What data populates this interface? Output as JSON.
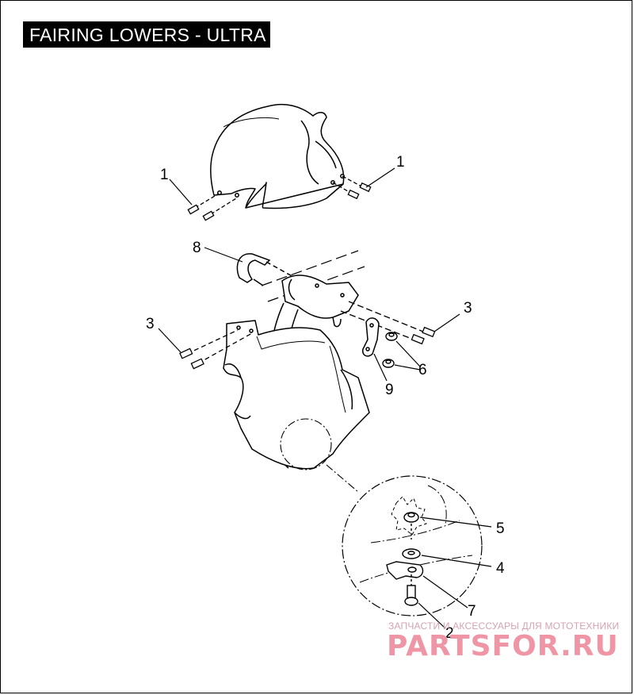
{
  "title": "FAIRING LOWERS - ULTRA",
  "callouts": [
    {
      "id": "c1a",
      "label": "1"
    },
    {
      "id": "c1b",
      "label": "1"
    },
    {
      "id": "c8",
      "label": "8"
    },
    {
      "id": "c3a",
      "label": "3"
    },
    {
      "id": "c3b",
      "label": "3"
    },
    {
      "id": "c6",
      "label": "6"
    },
    {
      "id": "c9",
      "label": "9"
    },
    {
      "id": "c5",
      "label": "5"
    },
    {
      "id": "c4",
      "label": "4"
    },
    {
      "id": "c7",
      "label": "7"
    },
    {
      "id": "c2",
      "label": "2"
    }
  ],
  "watermark": {
    "tagline": "ЗАПЧАСТИ И АКСЕССУАРЫ ДЛЯ МОТОТЕХНИКИ",
    "brand": "PARTSFOR.RU",
    "color": "#ef96a6"
  }
}
